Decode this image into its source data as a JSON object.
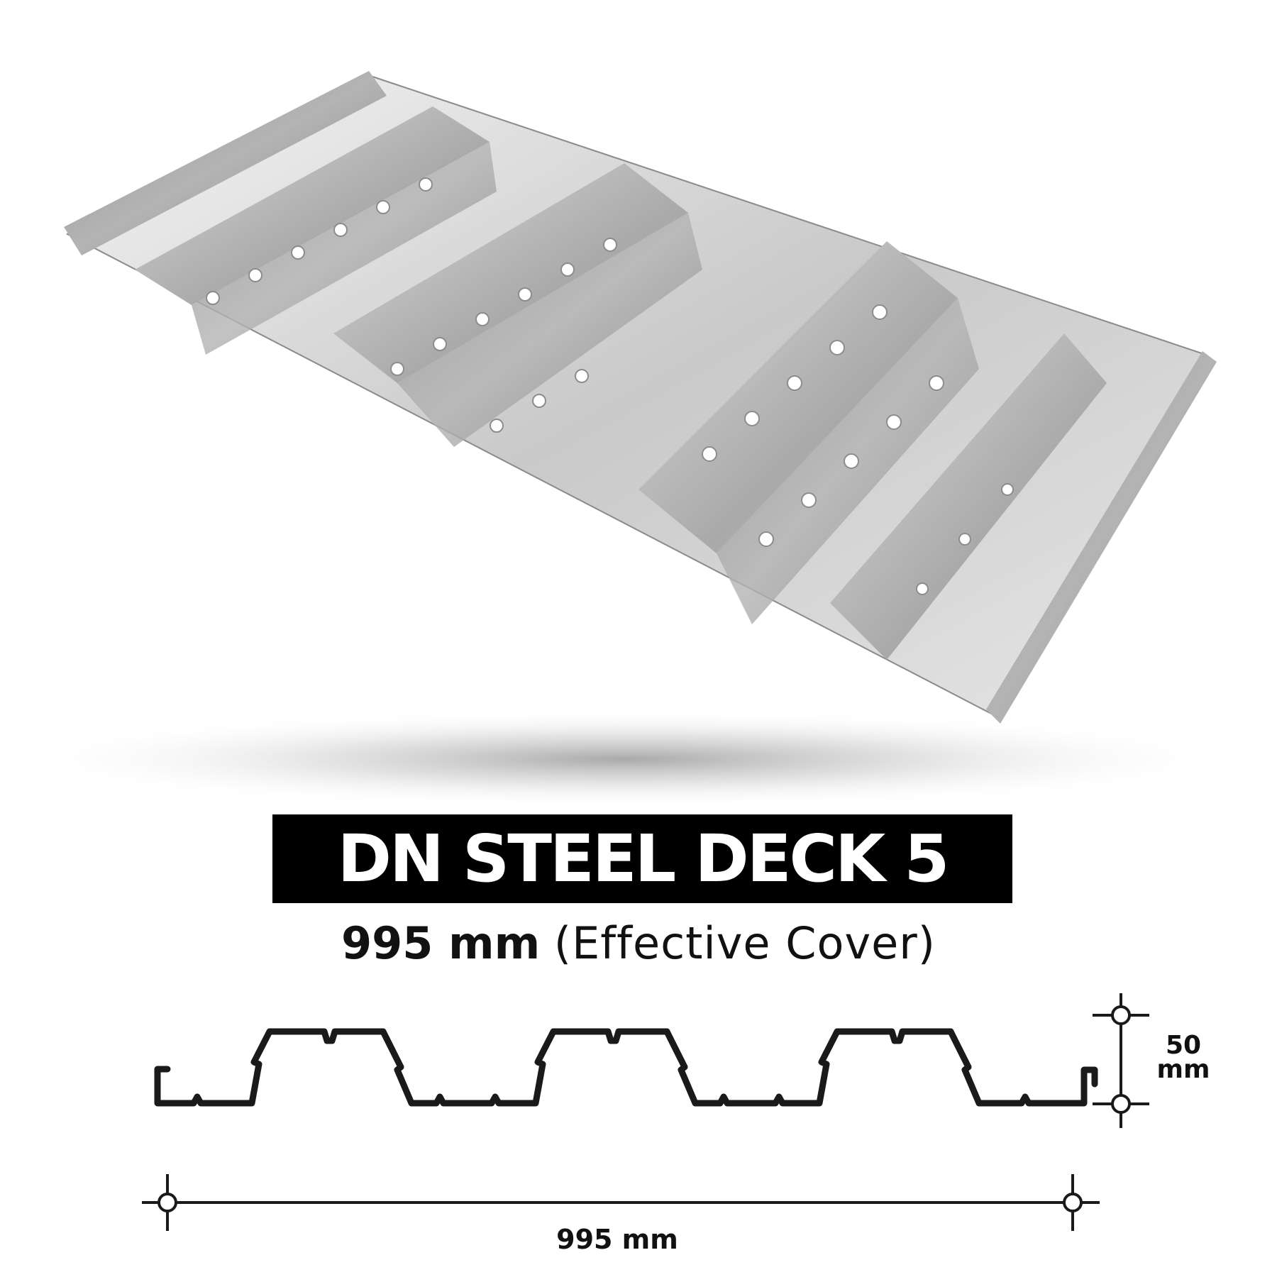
{
  "product": {
    "name": "DN STEEL DECK 5",
    "cover_value": "995 mm",
    "cover_note": "(Effective Cover)"
  },
  "drawing": {
    "height_value": "50",
    "height_unit": "mm",
    "width_label": "995 mm"
  },
  "colors": {
    "banner_background": "#000000",
    "banner_text": "#ffffff",
    "line": "#1a1a1a"
  }
}
